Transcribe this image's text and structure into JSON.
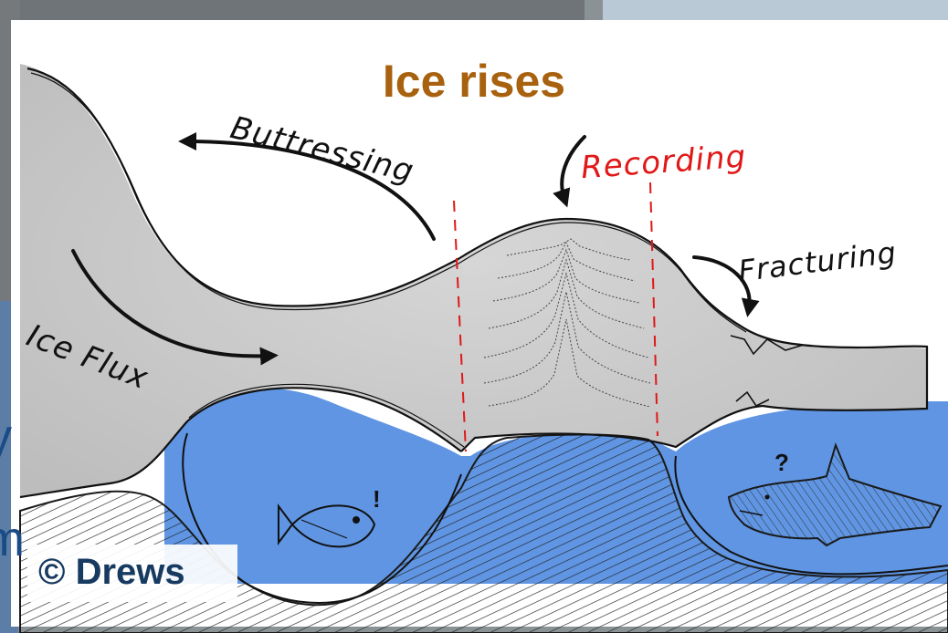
{
  "title": "Ice rises",
  "labels": {
    "buttressing": "Buttressing",
    "recording": "Recording",
    "fracturing": "Fracturing",
    "ice_flux": "Ice Flux"
  },
  "copyright": "© Drews",
  "edge_text": {
    "left_upper": "y",
    "left_lower": "m"
  },
  "marks": {
    "fish": "!",
    "shark": "?"
  },
  "colors": {
    "title": "#a8620f",
    "ice": "#cfcfcf",
    "ocean": "#5f95e2",
    "bedrock": "#ffffff",
    "recording": "#e01818",
    "copyright": "#173a60"
  }
}
